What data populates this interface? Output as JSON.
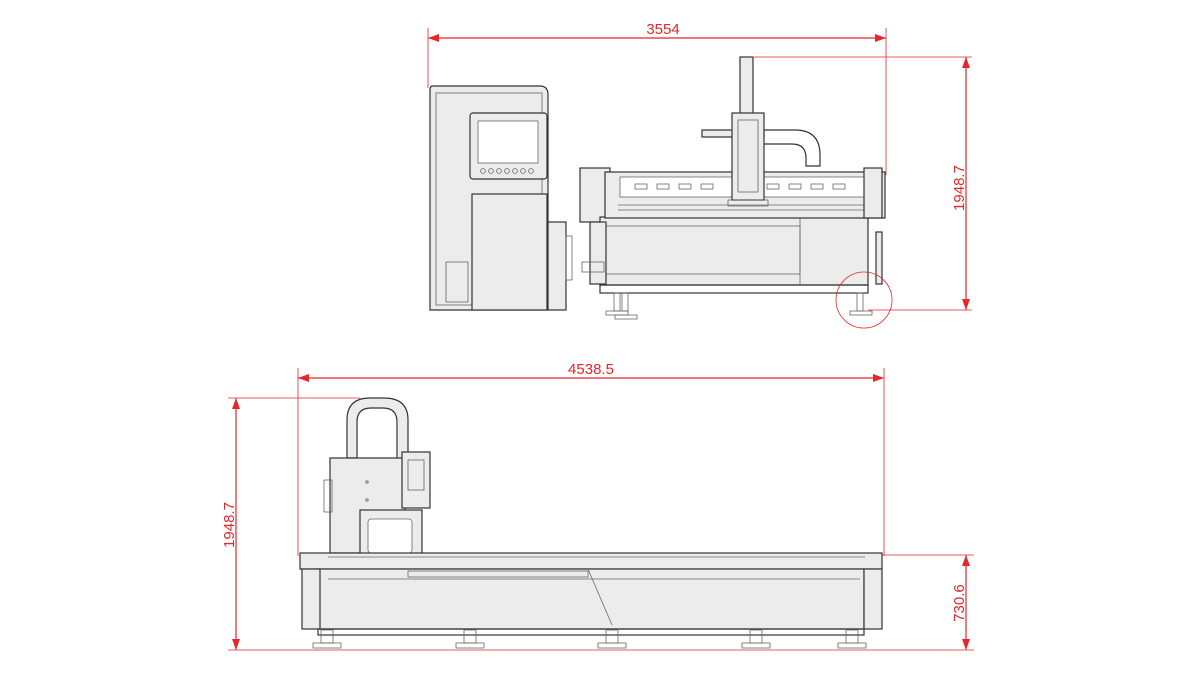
{
  "dimensions": {
    "top_width": "3554",
    "top_height": "1948.7",
    "bottom_width": "4538.5",
    "bottom_height": "1948.7",
    "bottom_bed_height": "730.6"
  },
  "colors": {
    "dimension": "#e5262b",
    "outline": "#333333",
    "panel_fill": "#ececec"
  }
}
